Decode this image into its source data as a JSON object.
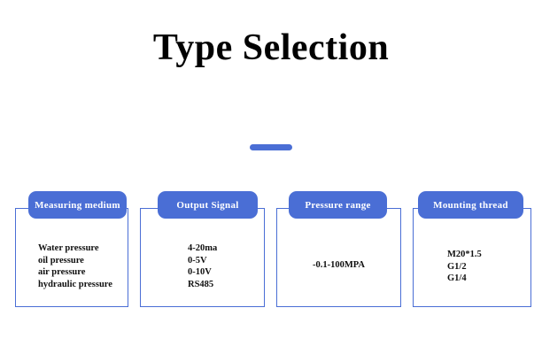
{
  "page": {
    "title": "Type Selection",
    "background_color": "#ffffff",
    "accent_color": "#4a6ed5",
    "text_color": "#010101"
  },
  "divider": {
    "name": "title-divider",
    "color": "#4a6ed5"
  },
  "cards": [
    {
      "badge": "Measuring medium",
      "lines": [
        "Water pressure",
        "oil pressure",
        "air pressure",
        "hydraulic pressure"
      ]
    },
    {
      "badge": "Output Signal",
      "lines": [
        "4-20ma",
        "0-5V",
        "0-10V",
        "RS485"
      ]
    },
    {
      "badge": "Pressure range",
      "lines": [
        "-0.1-100MPA"
      ]
    },
    {
      "badge": "Mounting thread",
      "lines": [
        "M20*1.5",
        "G1/2",
        "G1/4"
      ]
    }
  ]
}
